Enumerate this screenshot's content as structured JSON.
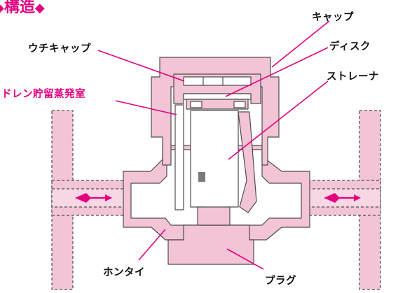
{
  "title": {
    "marker": "◆",
    "text": "構造",
    "marker_end": "◆"
  },
  "labels": {
    "cap": "キャップ",
    "inner_cap": "ウチキャップ",
    "disc": "ディスク",
    "drain_chamber": "ドレン貯留蒸発室",
    "strainer": "ストレーナ",
    "body": "ホンタイ",
    "plug": "プラグ"
  },
  "colors": {
    "accent": "#e4007f",
    "body_fill": "#f3c3d6",
    "line": "#4d4d4d",
    "label": "#111111"
  },
  "icons": {
    "flow_arrow": "flow-arrow-icon"
  }
}
